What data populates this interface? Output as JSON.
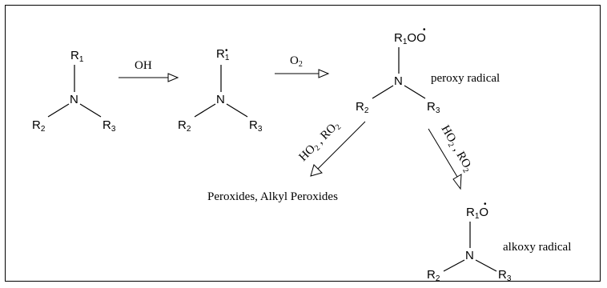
{
  "reactant": {
    "top": {
      "main": "R",
      "sub": "1"
    },
    "center": "N",
    "left": {
      "main": "R",
      "sub": "2"
    },
    "right": {
      "main": "R",
      "sub": "3"
    }
  },
  "step1": {
    "reagent": "OH",
    "product": {
      "top": {
        "main": "R",
        "sub": "1",
        "dot": "•"
      },
      "center": "N",
      "left": {
        "main": "R",
        "sub": "2"
      },
      "right": {
        "main": "R",
        "sub": "3"
      }
    }
  },
  "step2": {
    "reagent": {
      "main": "O",
      "sub": "2"
    },
    "product": {
      "top": {
        "main": "R",
        "sub": "1",
        "suffix": "OO",
        "dot": "•"
      },
      "center": "N",
      "left": {
        "main": "R",
        "sub": "2"
      },
      "right": {
        "main": "R",
        "sub": "3"
      },
      "name": "peroxy radical"
    }
  },
  "branch_left": {
    "reagent": {
      "a": "HO",
      "a_sub": "2",
      "sep": " , ",
      "b": "RO",
      "b_sub": "2"
    },
    "product": "Peroxides, Alkyl Peroxides"
  },
  "branch_right": {
    "reagent": {
      "a": "HO",
      "a_sub": "2",
      "sep": " , ",
      "b": "RO",
      "b_sub": "2"
    },
    "product": {
      "top": {
        "main": "R",
        "sub": "1",
        "suffix": "O",
        "dot": "•"
      },
      "center": "N",
      "left": {
        "main": "R",
        "sub": "2"
      },
      "right": {
        "main": "R",
        "sub": "3"
      },
      "name": "alkoxy radical"
    }
  }
}
